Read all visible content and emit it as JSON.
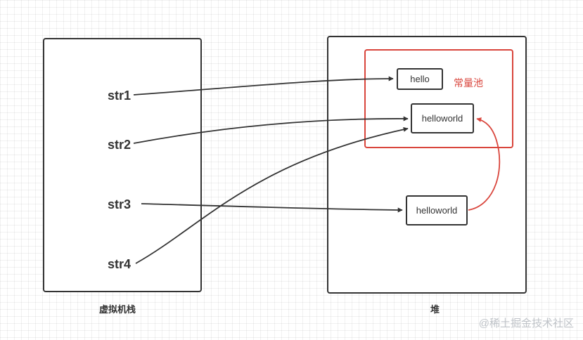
{
  "stack": {
    "caption": "虚拟机栈",
    "vars": [
      "str1",
      "str2",
      "str3",
      "str4"
    ]
  },
  "heap": {
    "caption": "堆",
    "pool_label": "常量池",
    "pool_nodes": [
      "hello",
      "helloworld"
    ],
    "heap_node": "helloworld"
  },
  "watermark": {
    "text": "@稀土掘金技术社区"
  },
  "colors": {
    "line": "#333333",
    "pool": "#d9453c",
    "watermark": "#bfc3c8"
  }
}
